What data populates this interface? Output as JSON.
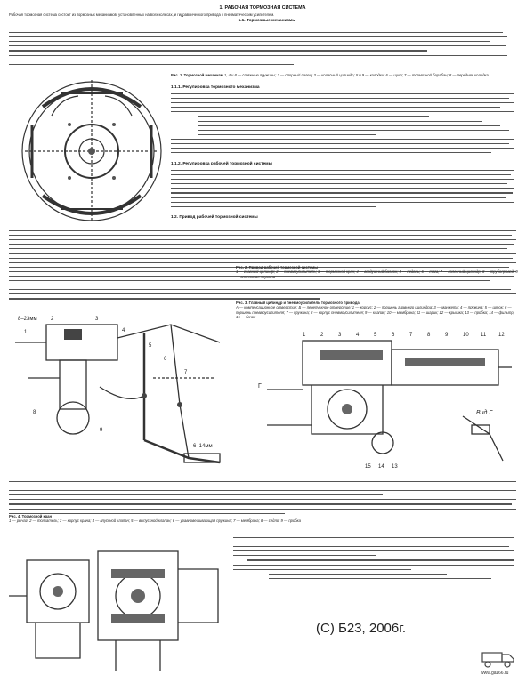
{
  "document": {
    "title": "1. РАБОЧАЯ ТОРМОЗНАЯ СИСТЕМА",
    "intro": "Рабочая тормозная система состоит из тормозных механизмов, установленных на всех колесах, и гидравлического привода с пневматическим усилителем.",
    "section_1_1": "1.1. Тормозные механизмы",
    "fig1_caption_title": "Рис. 1. Тормозной механизм",
    "fig1_caption": "1, 4 и 8 — стяжные пружины; 2 — опорный палец; 3 — колесный цилиндр; 5 и 9 — колодки; 6 — щит; 7 — тормозной барабан; 8 — передняя колодка",
    "section_1_1_1": "1.1.1. Регулировка тормозного механизма",
    "section_1_1_2": "1.1.2. Регулировка рабочей тормозной системы",
    "section_1_2": "1.2. Привод рабочей тормозной системы",
    "fig2_caption_title": "Рис. 2. Привод рабочей тормозной системы",
    "fig2_caption": "1 — главный цилиндр; 2 — пневмоусилитель; 3 — тормозной кран; 4 — воздушный баллон; 5 — педаль; 6 — тяга; 7 — колесный цилиндр; 8 — трубопровод; 9 — оттяжная пружина",
    "fig3_caption_title": "Рис. 3. Главный цилиндр и пневмоусилитель тормозного привода",
    "fig3_caption": "А — компенсационное отверстие; Б — перепускное отверстие; 1 — корпус; 2 — поршень главного цилиндра; 3 — манжета; 4 — пружина; 5 — шток; 6 — поршень пневмоусилителя; 7 — пружина; 8 — корпус пневмоусилителя; 9 — клапан; 10 — мембрана; 11 — шарик; 12 — крышка; 13 — пробка; 14 — фильтр; 15 — бачок",
    "fig4_caption_title": "Рис. 4. Тормозной кран",
    "fig4_caption": "1 — рычаг; 2 — толкатель; 3 — корпус крана; 4 — впускной клапан; 5 — выпускной клапан; 6 — уравновешивающая пружина; 7 — мембрана; 8 — седло; 9 — пробка",
    "view_label": "Вид Г",
    "section_label_g": "Г",
    "dimension_1": "6–14мм",
    "dimension_2": "8–23мм",
    "fig2_labels": [
      "1",
      "2",
      "3",
      "4",
      "5",
      "6",
      "7",
      "8",
      "9"
    ],
    "fig3_labels": [
      "1",
      "2",
      "3",
      "4",
      "5",
      "6",
      "7",
      "8",
      "9",
      "10",
      "11",
      "12",
      "13",
      "14",
      "15"
    ],
    "copyright": "(С) Б23, 2006г.",
    "site": "www.gaz66.ru"
  },
  "colors": {
    "text": "#222222",
    "drawing": "#333333",
    "background": "#ffffff"
  }
}
